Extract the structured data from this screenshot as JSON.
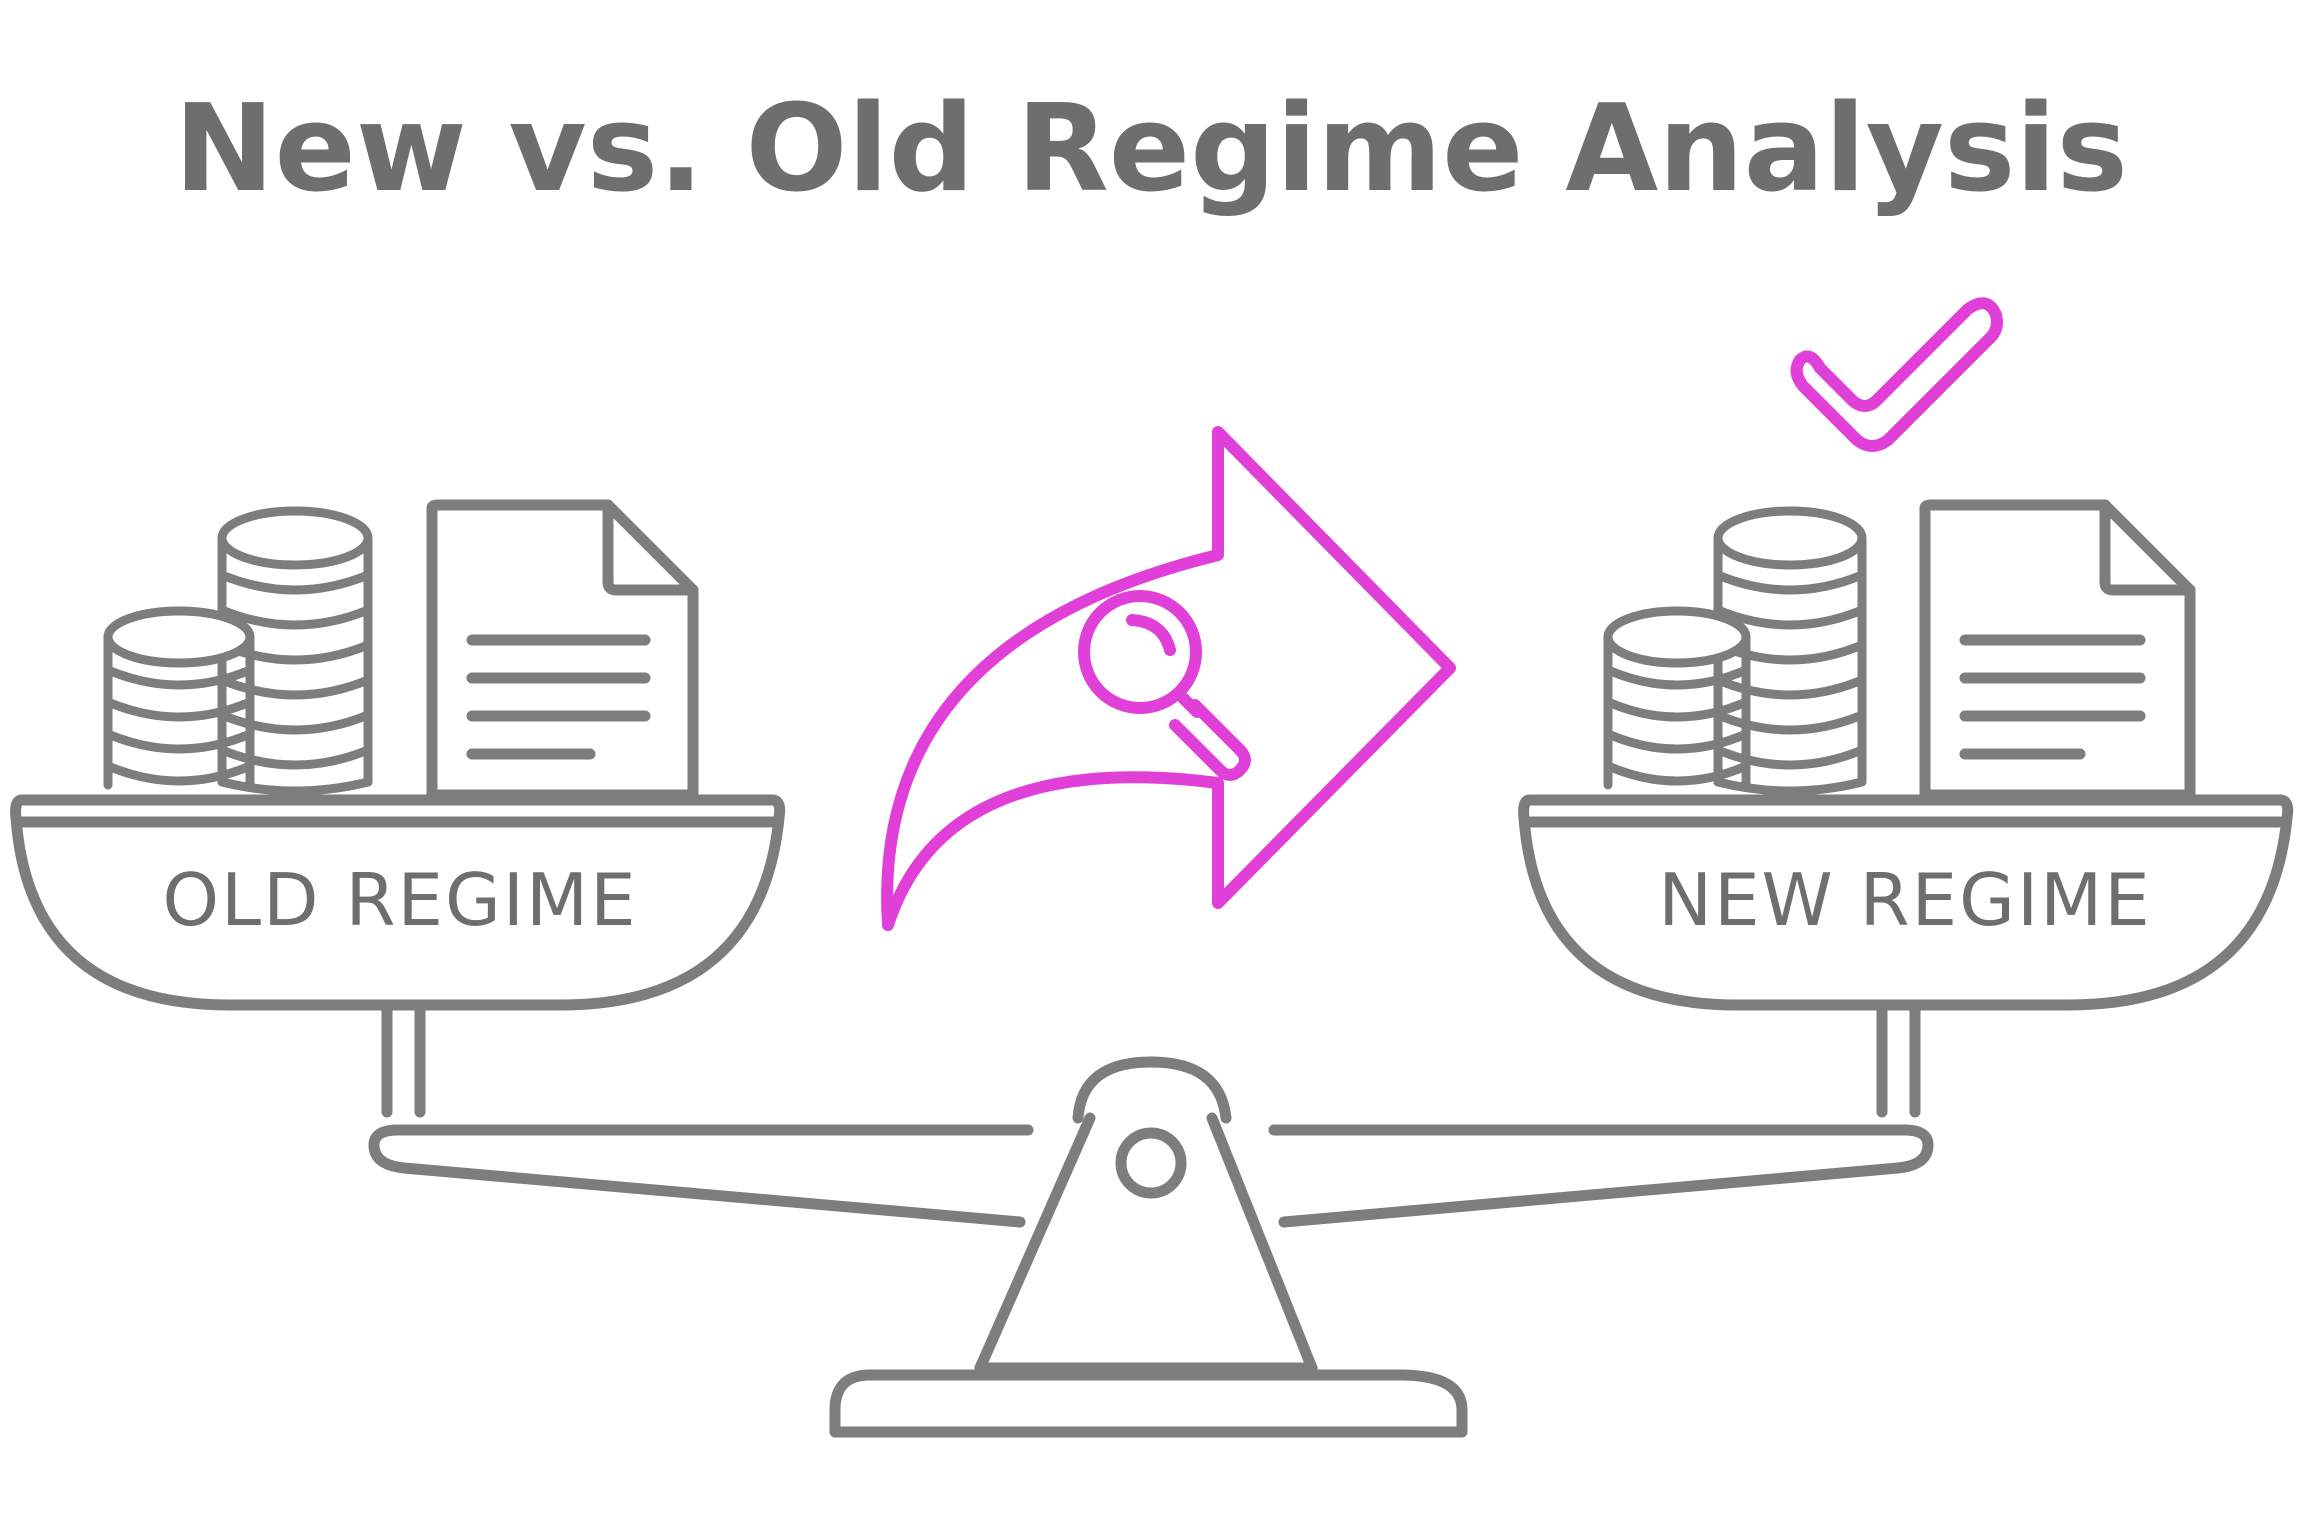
{
  "title": "New vs. Old Regime Analysis",
  "left_pan": {
    "label": "OLD REGIME"
  },
  "right_pan": {
    "label": "NEW REGIME"
  },
  "icons": {
    "left_coins": "coin-stack-icon",
    "left_document": "document-icon",
    "right_coins": "coin-stack-icon",
    "right_document": "document-icon",
    "arrow": "curved-arrow-icon",
    "magnifier": "magnifying-glass-icon",
    "check": "checkmark-icon"
  },
  "colors": {
    "line": "#7d7d7d",
    "text": "#6e6e6e",
    "accent": "#e040d8",
    "background": "#ffffff"
  }
}
